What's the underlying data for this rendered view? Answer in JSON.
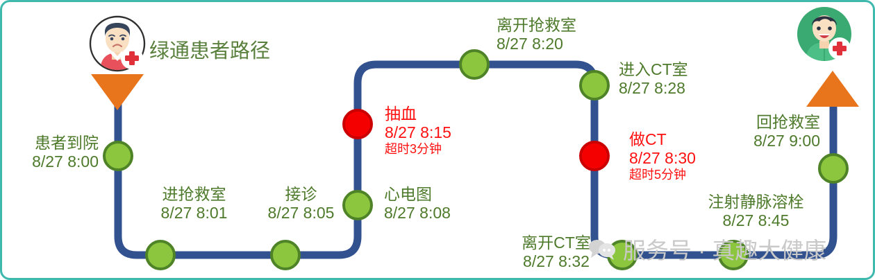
{
  "card": {
    "border_color": "#3fb8ae",
    "background": "#ffffff"
  },
  "title": {
    "text": "绿通患者路径",
    "color": "#59803c"
  },
  "avatars": {
    "patient": {
      "name": "patient-avatar",
      "badge": "red-cross-badge"
    },
    "doctor": {
      "name": "doctor-avatar",
      "badge": "red-cross-badge"
    }
  },
  "markers": {
    "start_triangle": "triangle-down-marker",
    "end_triangle": "triangle-up-marker",
    "color": "#e8741c"
  },
  "path": {
    "color": "#32528f",
    "width": 11
  },
  "colors": {
    "node_green_fill": "#8cc63e",
    "node_green_border": "#4e8327",
    "node_red_fill": "#f50000",
    "node_red_border": "#cb0000",
    "label_green": "#4e7a2b",
    "label_red": "#ff1010",
    "accent_teal": "#3fb8ae"
  },
  "steps": [
    {
      "id": "patient-arrival",
      "name": "患者到院",
      "time": "8/27 8:00",
      "overtime": "",
      "status": "normal"
    },
    {
      "id": "enter-resuscitation-room",
      "name": "进抢救室",
      "time": "8/27 8:01",
      "overtime": "",
      "status": "normal"
    },
    {
      "id": "reception",
      "name": "接诊",
      "time": "8/27 8:05",
      "overtime": "",
      "status": "normal"
    },
    {
      "id": "ecg",
      "name": "心电图",
      "time": "8/27 8:08",
      "overtime": "",
      "status": "normal"
    },
    {
      "id": "blood-draw",
      "name": "抽血",
      "time": "8/27 8:15",
      "overtime": "超时3分钟",
      "status": "overtime"
    },
    {
      "id": "leave-resuscitation-room",
      "name": "离开抢救室",
      "time": "8/27 8:20",
      "overtime": "",
      "status": "normal"
    },
    {
      "id": "enter-ct-room",
      "name": "进入CT室",
      "time": "8/27 8:28",
      "overtime": "",
      "status": "normal"
    },
    {
      "id": "do-ct",
      "name": "做CT",
      "time": "8/27 8:30",
      "overtime": "超时5分钟",
      "status": "overtime"
    },
    {
      "id": "leave-ct-room",
      "name": "离开CT室",
      "time": "8/27 8:32",
      "overtime": "",
      "status": "normal"
    },
    {
      "id": "iv-thrombolysis",
      "name": "注射静脉溶栓",
      "time": "8/27 8:45",
      "overtime": "",
      "status": "normal"
    },
    {
      "id": "return-resuscitation-room",
      "name": "回抢救室",
      "time": "8/27 9:00",
      "overtime": "",
      "status": "normal"
    }
  ],
  "watermark": {
    "text": "服务号 · 真趣大健康",
    "icon": "chat-bubble-icon",
    "color": "#c9c9c9"
  }
}
